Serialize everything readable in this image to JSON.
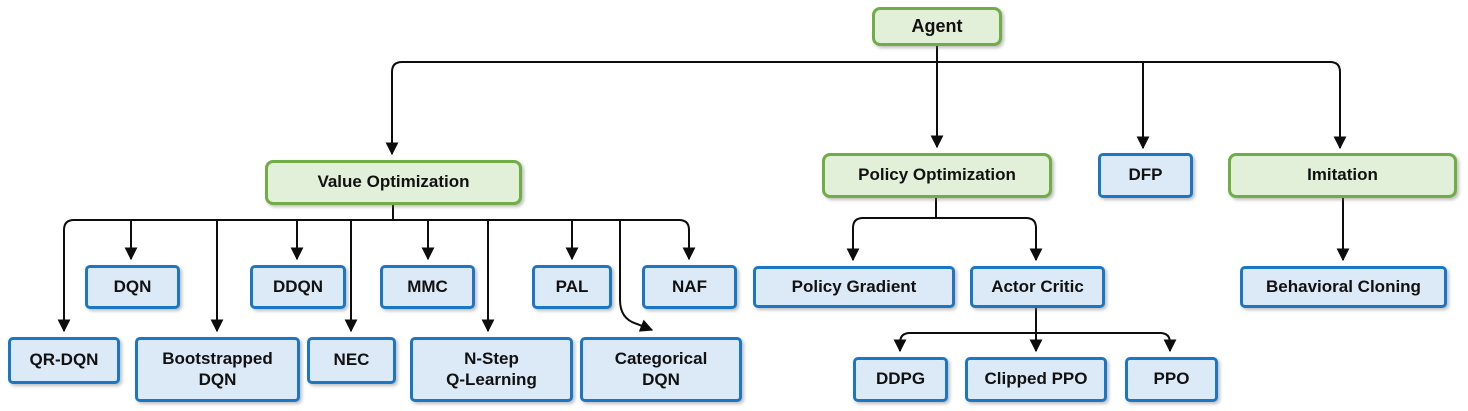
{
  "diagram": {
    "type": "tree",
    "description": "Reinforcement learning agent taxonomy flowchart",
    "colors": {
      "category_fill": "#e2efd9",
      "category_border": "#70ad47",
      "algorithm_fill": "#dce9f7",
      "algorithm_border": "#1b76c5",
      "connector": "#0d0d0d"
    },
    "nodes": {
      "agent": {
        "label": "Agent",
        "type": "category"
      },
      "value_optimization": {
        "label": "Value Optimization",
        "type": "category",
        "parent": "agent"
      },
      "policy_optimization": {
        "label": "Policy Optimization",
        "type": "category",
        "parent": "agent"
      },
      "dfp": {
        "label": "DFP",
        "type": "algorithm",
        "parent": "agent"
      },
      "imitation": {
        "label": "Imitation",
        "type": "category",
        "parent": "agent"
      },
      "dqn": {
        "label": "DQN",
        "type": "algorithm",
        "parent": "value_optimization"
      },
      "qr_dqn": {
        "label": "QR-DQN",
        "type": "algorithm",
        "parent": "value_optimization"
      },
      "ddqn": {
        "label": "DDQN",
        "type": "algorithm",
        "parent": "value_optimization"
      },
      "bootstrapped_dqn": {
        "label": "Bootstrapped\nDQN",
        "type": "algorithm",
        "parent": "value_optimization"
      },
      "mmc": {
        "label": "MMC",
        "type": "algorithm",
        "parent": "value_optimization"
      },
      "nec": {
        "label": "NEC",
        "type": "algorithm",
        "parent": "value_optimization"
      },
      "pal": {
        "label": "PAL",
        "type": "algorithm",
        "parent": "value_optimization"
      },
      "n_step_q_learning": {
        "label": "N-Step\nQ-Learning",
        "type": "algorithm",
        "parent": "value_optimization"
      },
      "naf": {
        "label": "NAF",
        "type": "algorithm",
        "parent": "value_optimization"
      },
      "categorical_dqn": {
        "label": "Categorical\nDQN",
        "type": "algorithm",
        "parent": "value_optimization"
      },
      "policy_gradient": {
        "label": "Policy Gradient",
        "type": "algorithm",
        "parent": "policy_optimization"
      },
      "actor_critic": {
        "label": "Actor Critic",
        "type": "algorithm",
        "parent": "policy_optimization"
      },
      "ddpg": {
        "label": "DDPG",
        "type": "algorithm",
        "parent": "actor_critic"
      },
      "clipped_ppo": {
        "label": "Clipped PPO",
        "type": "algorithm",
        "parent": "actor_critic"
      },
      "ppo": {
        "label": "PPO",
        "type": "algorithm",
        "parent": "actor_critic"
      },
      "behavioral_cloning": {
        "label": "Behavioral Cloning",
        "type": "algorithm",
        "parent": "imitation"
      }
    }
  }
}
